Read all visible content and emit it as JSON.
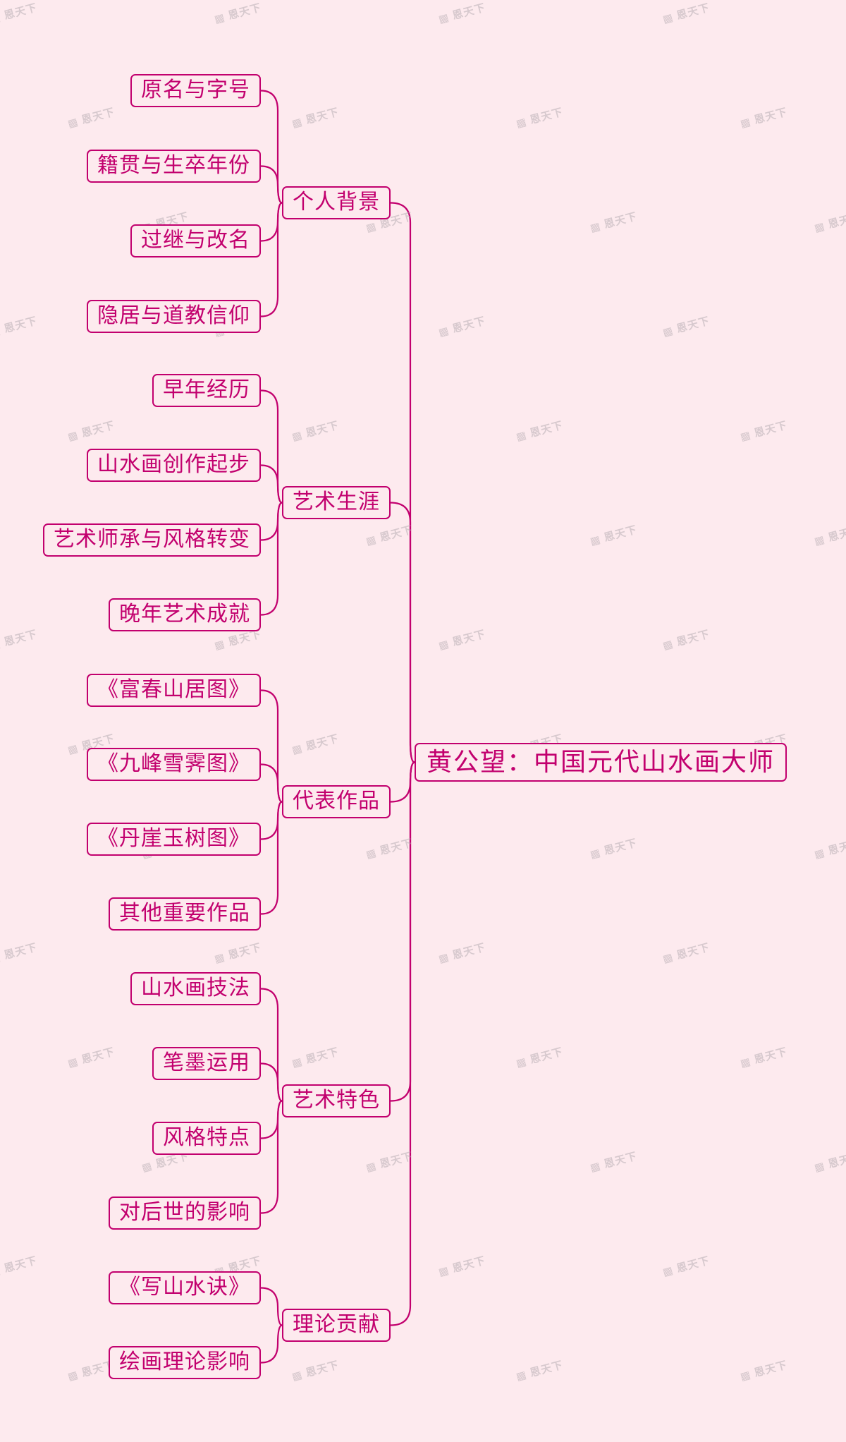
{
  "root": {
    "label": "黄公望：中国元代山水画大师"
  },
  "branches": [
    {
      "label": "个人背景",
      "children": [
        "原名与字号",
        "籍贯与生卒年份",
        "过继与改名",
        "隐居与道教信仰"
      ]
    },
    {
      "label": "艺术生涯",
      "children": [
        "早年经历",
        "山水画创作起步",
        "艺术师承与风格转变",
        "晚年艺术成就"
      ]
    },
    {
      "label": "代表作品",
      "children": [
        "《富春山居图》",
        "《九峰雪霁图》",
        "《丹崖玉树图》",
        "其他重要作品"
      ]
    },
    {
      "label": "艺术特色",
      "children": [
        "山水画技法",
        "笔墨运用",
        "风格特点",
        "对后世的影响"
      ]
    },
    {
      "label": "理论贡献",
      "children": [
        "《写山水诀》",
        "绘画理论影响"
      ]
    }
  ],
  "colors": {
    "accent": "#c2006e",
    "background": "#fdeaee",
    "watermark": "#b3a9af"
  },
  "watermark": {
    "icon": "▩",
    "text": "恩天下"
  }
}
